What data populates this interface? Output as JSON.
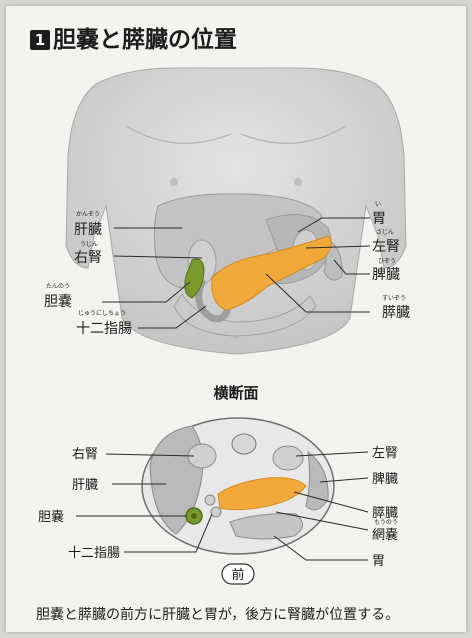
{
  "title": {
    "number": "1",
    "text": "胆嚢と膵臓の位置"
  },
  "upper_labels": {
    "liver": "肝臓",
    "liver_ruby": "かんぞう",
    "right_kidney": "右腎",
    "right_kidney_ruby": "うじん",
    "gallbladder": "胆嚢",
    "gallbladder_ruby": "たんのう",
    "duodenum": "十二指腸",
    "duodenum_ruby": "じゅうにしちょう",
    "stomach": "胃",
    "stomach_ruby": "い",
    "left_kidney": "左腎",
    "left_kidney_ruby": "さじん",
    "spleen": "脾臓",
    "spleen_ruby": "ひぞう",
    "pancreas": "膵臓",
    "pancreas_ruby": "すいぞう"
  },
  "section": {
    "title": "横断面",
    "right_kidney": "右腎",
    "liver": "肝臓",
    "gallbladder": "胆嚢",
    "duodenum": "十二指腸",
    "left_kidney": "左腎",
    "spleen": "脾臓",
    "pancreas": "膵臓",
    "omentum": "網嚢",
    "omentum_ruby": "もうのう",
    "stomach": "胃",
    "front_badge": "前"
  },
  "caption": {
    "text": "胆嚢と膵臓の前方に肝臓と胃が，後方に腎臓が位置する。"
  },
  "colors": {
    "pancreas": "#f2a93b",
    "gallbladder": "#7a9a2e",
    "organ_gray": "#b9b9b9",
    "body_gray": "#d4d4d4"
  }
}
